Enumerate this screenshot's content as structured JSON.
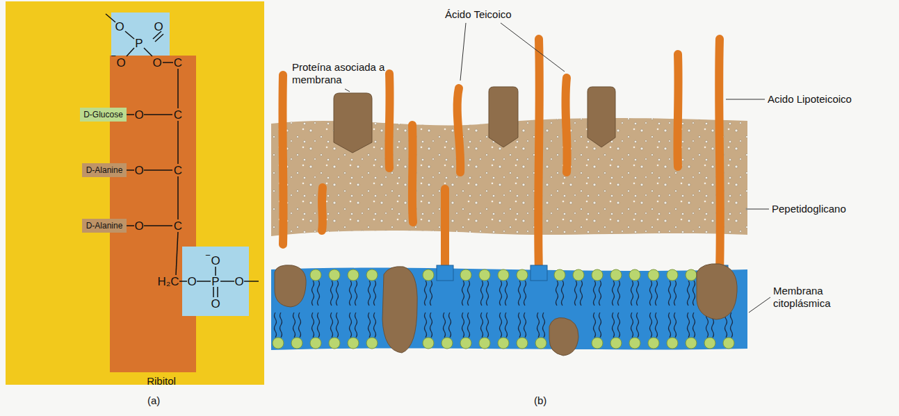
{
  "diagram": {
    "nodes": [
      {
        "text": [
          "O",
          "O",
          "P",
          "−",
          "O",
          "O"
        ]
      },
      {
        "text": [
          "C",
          "O",
          "C",
          "O",
          "C",
          "O",
          "C",
          "H₂C",
          "Ribitol"
        ]
      },
      {
        "text": [
          "D-Glucose"
        ]
      },
      {
        "text": [
          "D-Alanine"
        ]
      },
      {
        "text": [
          "D-Alanine"
        ]
      },
      {
        "text": [
          "−",
          "O",
          "O",
          "P",
          "O",
          "O"
        ]
      }
    ],
    "labels": [
      "Proteína asociada a membrana",
      "Ácido Teicoico",
      "Acido Lipoteicoico",
      "Pepetidoglicano",
      "Membrana citoplásmica",
      "(a)",
      "(b)"
    ]
  }
}
